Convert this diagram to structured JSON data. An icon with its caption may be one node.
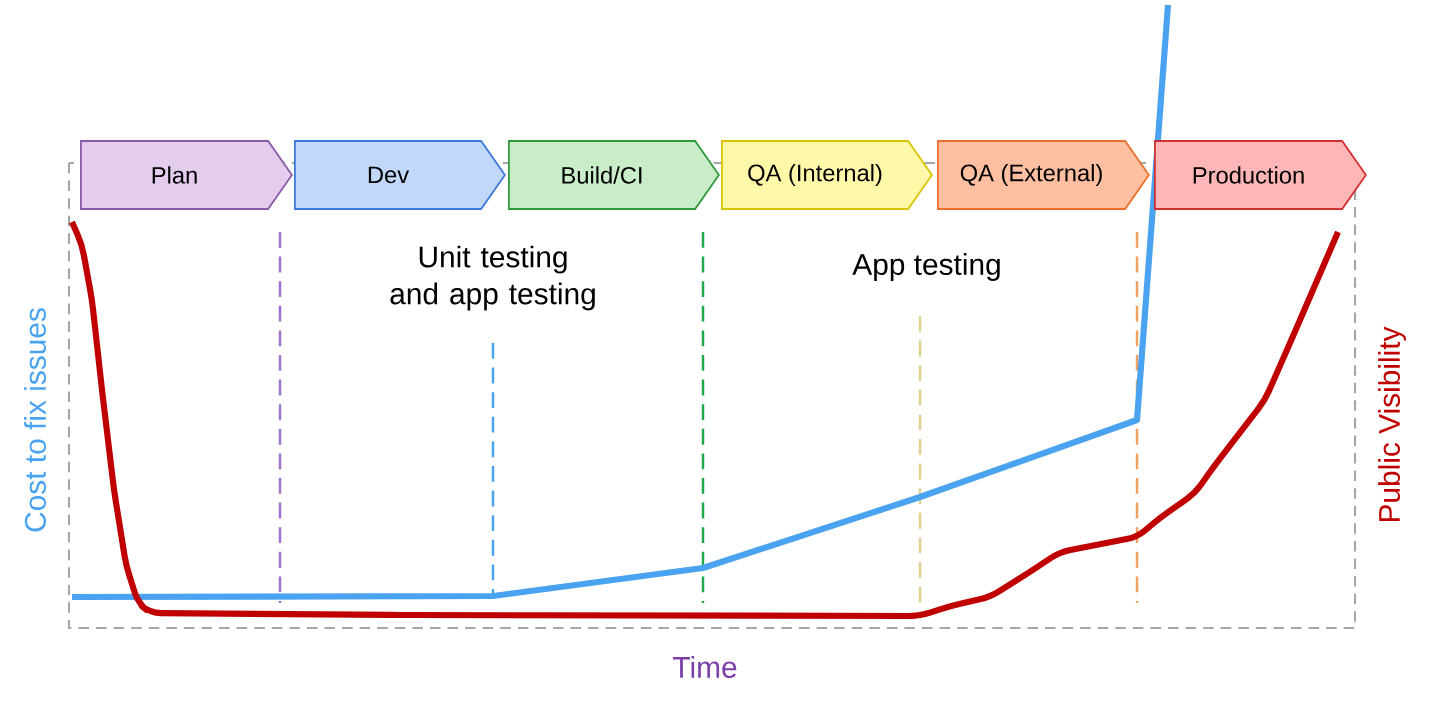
{
  "diagram": {
    "nodes": [
      {
        "text": [
          "Plan"
        ]
      },
      {
        "text": [
          "Dev"
        ]
      },
      {
        "text": [
          "Build/CI"
        ]
      },
      {
        "text": [
          "QA (Internal)"
        ]
      },
      {
        "text": [
          "QA (External)"
        ]
      },
      {
        "text": [
          "Production"
        ]
      }
    ],
    "labels": [
      "Unit testing and app testing",
      "App testing",
      "Cost to fix issues",
      "Public Visibility",
      "Time"
    ]
  }
}
